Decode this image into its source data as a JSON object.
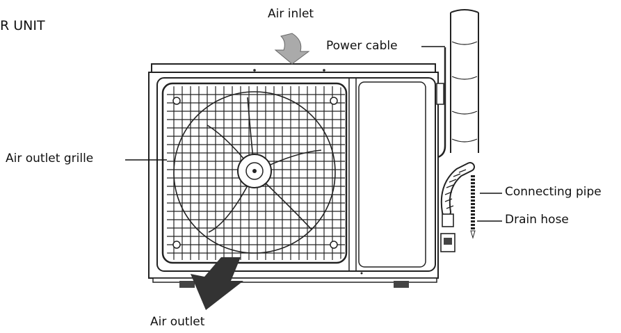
{
  "heading": "R UNIT",
  "labels": {
    "air_inlet": "Air inlet",
    "power_cable": "Power cable",
    "air_outlet_grille": "Air outlet grille",
    "connecting_pipe": "Connecting pipe",
    "drain_hose": "Drain hose",
    "air_outlet": "Air outlet"
  }
}
